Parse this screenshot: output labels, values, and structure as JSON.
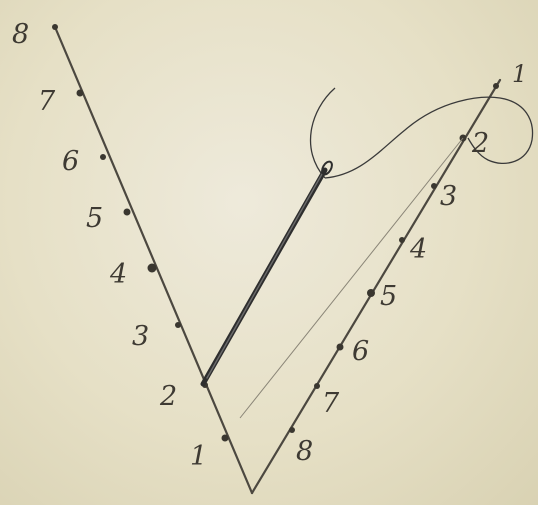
{
  "left_line": {
    "labels": [
      "8",
      "7",
      "6",
      "5",
      "4",
      "3",
      "2",
      "1"
    ]
  },
  "right_line": {
    "labels": [
      "1",
      "2",
      "3",
      "4",
      "5",
      "6",
      "7",
      "8"
    ]
  },
  "colors": {
    "paper": "#e7e2c9",
    "ink": "#3e3a33",
    "needle": "#2e2e2e",
    "thread": "#3a3a3a"
  },
  "icons": {
    "needle": "needle-icon",
    "thread": "thread-icon"
  }
}
